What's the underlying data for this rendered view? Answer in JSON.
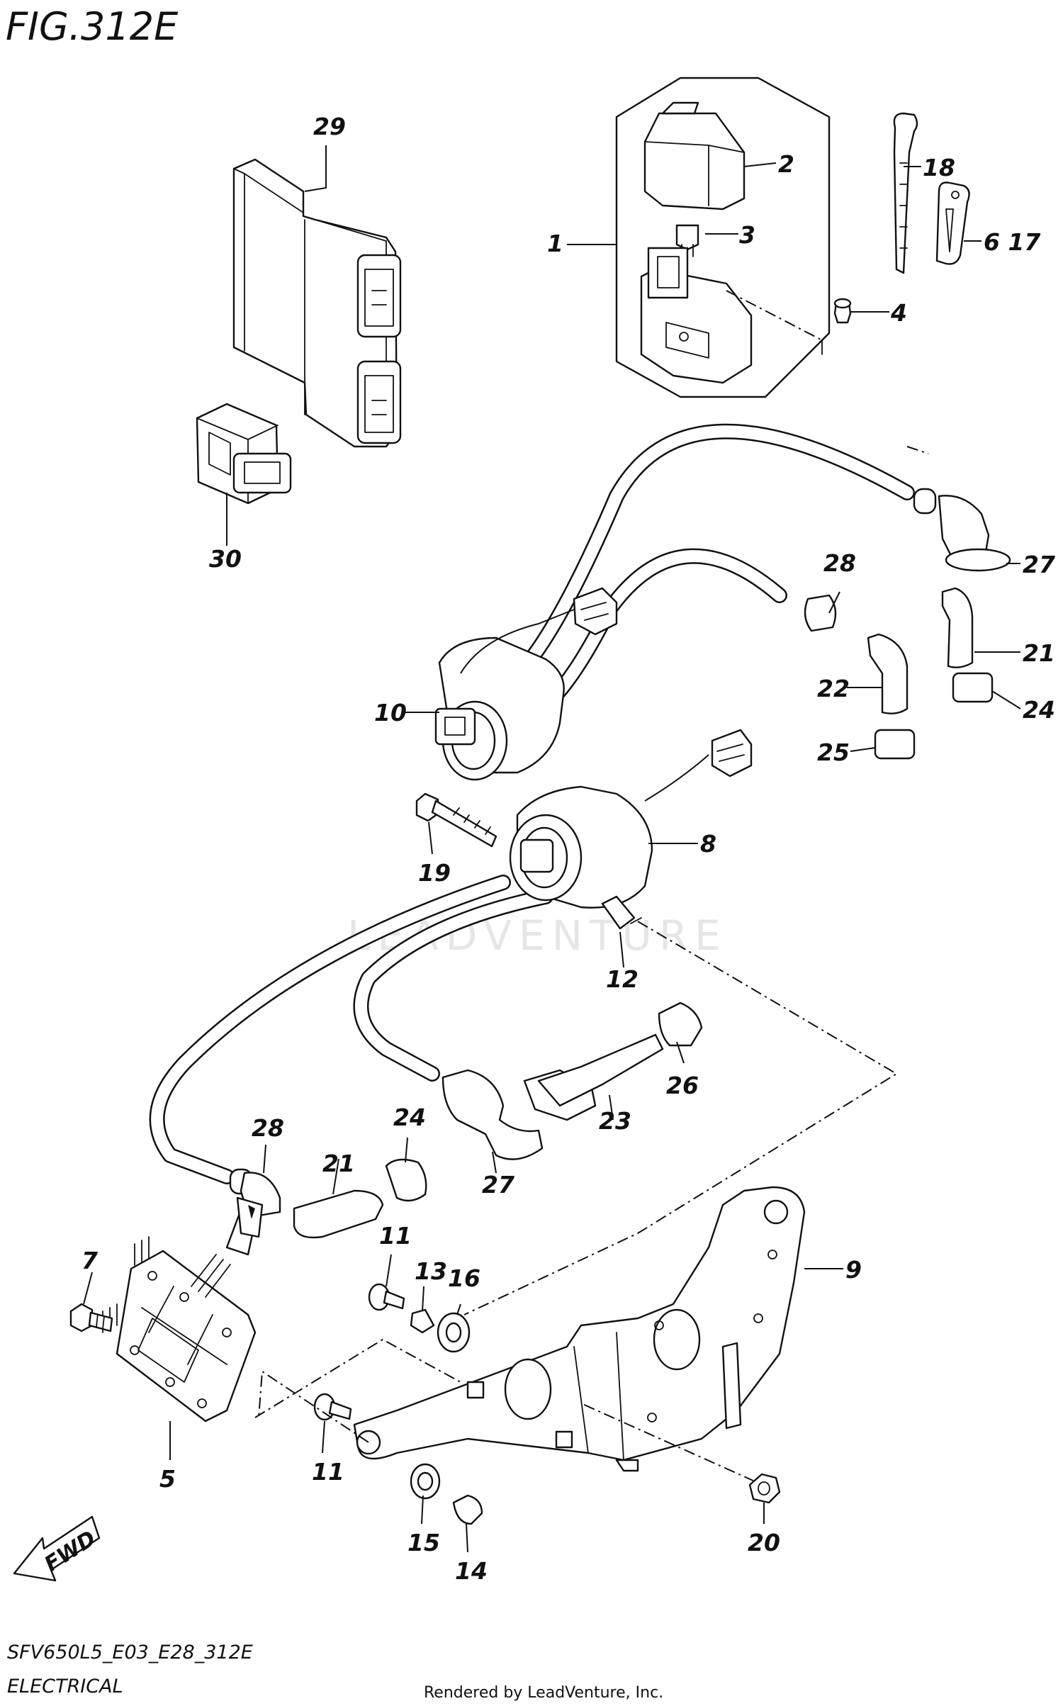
{
  "title": "FIG.312E",
  "footer": {
    "model_code": "SFV650L5_E03_E28_312E",
    "section": "ELECTRICAL",
    "credit": "Rendered by LeadVenture, Inc."
  },
  "watermark": "LEADVENTURE",
  "fwd_arrow": {
    "icon": "fwd-arrow-icon",
    "label": "FWD"
  },
  "callouts": [
    {
      "id": "c-29",
      "label": "29"
    },
    {
      "id": "c-30",
      "label": "30"
    },
    {
      "id": "c-1",
      "label": "1"
    },
    {
      "id": "c-2",
      "label": "2"
    },
    {
      "id": "c-3",
      "label": "3"
    },
    {
      "id": "c-4",
      "label": "4"
    },
    {
      "id": "c-18",
      "label": "18"
    },
    {
      "id": "c-6-17",
      "label": "6 17"
    },
    {
      "id": "c-27a",
      "label": "27"
    },
    {
      "id": "c-28a",
      "label": "28"
    },
    {
      "id": "c-21a",
      "label": "21"
    },
    {
      "id": "c-24a",
      "label": "24"
    },
    {
      "id": "c-22",
      "label": "22"
    },
    {
      "id": "c-25",
      "label": "25"
    },
    {
      "id": "c-10",
      "label": "10"
    },
    {
      "id": "c-8",
      "label": "8"
    },
    {
      "id": "c-19",
      "label": "19"
    },
    {
      "id": "c-12",
      "label": "12"
    },
    {
      "id": "c-26",
      "label": "26"
    },
    {
      "id": "c-23",
      "label": "23"
    },
    {
      "id": "c-27b",
      "label": "27"
    },
    {
      "id": "c-28b",
      "label": "28"
    },
    {
      "id": "c-21b",
      "label": "21"
    },
    {
      "id": "c-24b",
      "label": "24"
    },
    {
      "id": "c-9",
      "label": "9"
    },
    {
      "id": "c-7",
      "label": "7"
    },
    {
      "id": "c-11a",
      "label": "11"
    },
    {
      "id": "c-13",
      "label": "13"
    },
    {
      "id": "c-16",
      "label": "16"
    },
    {
      "id": "c-5",
      "label": "5"
    },
    {
      "id": "c-11b",
      "label": "11"
    },
    {
      "id": "c-15",
      "label": "15"
    },
    {
      "id": "c-14",
      "label": "14"
    },
    {
      "id": "c-20",
      "label": "20"
    }
  ]
}
